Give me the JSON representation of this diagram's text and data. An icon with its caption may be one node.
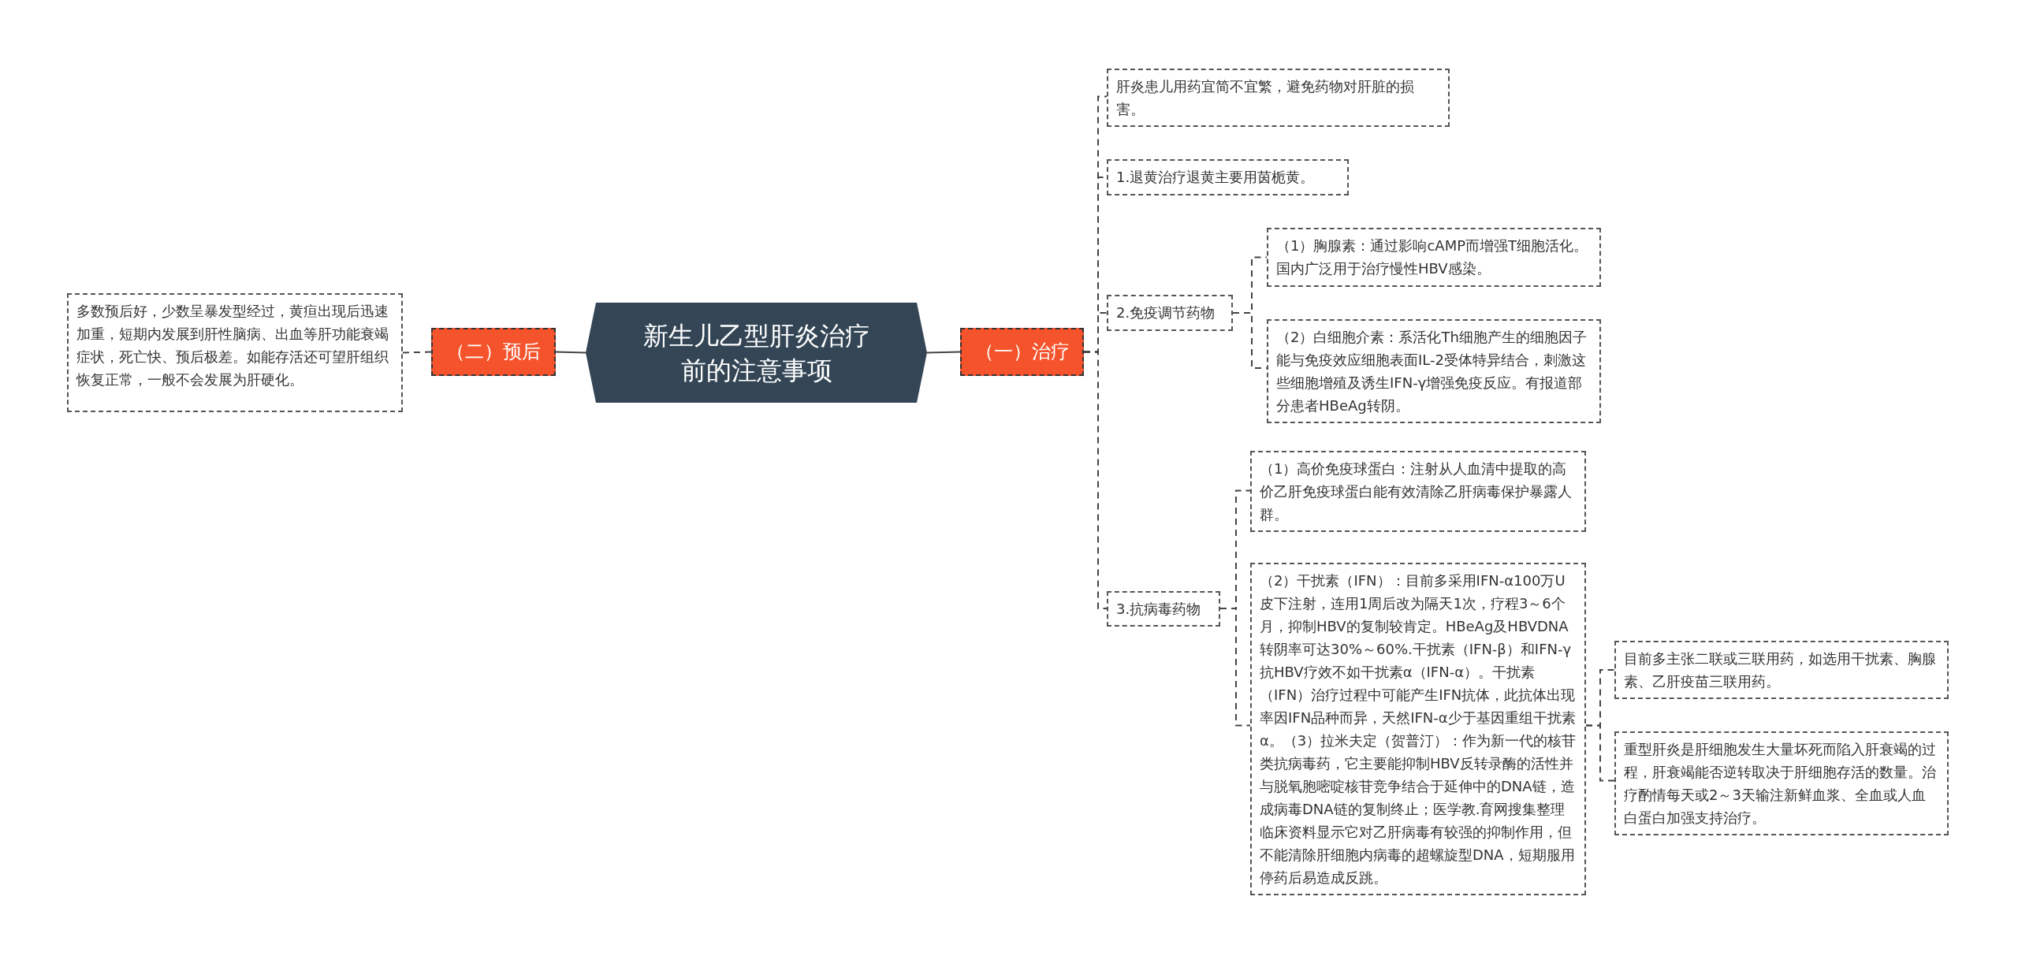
{
  "diagram": {
    "nodes": [
      {
        "text": [
          "新生儿乙型肝炎治疗前的注意事项"
        ]
      },
      {
        "text": [
          "（一）治疗"
        ]
      },
      {
        "text": [
          "（二）预后"
        ]
      },
      {
        "text": [
          "多数预后好，少数呈暴发型经过，黄疸出现后迅速加重，短期内发展到肝性脑病、出血等肝功能衰竭症状，死亡快、预后极差。如能存活还可望肝组织恢复正常，一般不会发展为肝硬化。"
        ]
      },
      {
        "text": [
          "肝炎患儿用药宜简不宜繁，避免药物对肝脏的损害。"
        ]
      },
      {
        "text": [
          "1.退黄治疗退黄主要用茵栀黄。"
        ]
      },
      {
        "text": [
          "2.免疫调节药物"
        ]
      },
      {
        "text": [
          "（1）胸腺素：通过影响cAMP而增强T细胞活化。国内广泛用于治疗慢性HBV感染。"
        ]
      },
      {
        "text": [
          "（2）白细胞介素：系活化Th细胞产生的细胞因子能与免疫效应细胞表面IL-2受体特异结合，刺激这些细胞增殖及诱生IFN-γ增强免疫反应。有报道部分患者HBeAg转阴。"
        ]
      },
      {
        "text": [
          "3.抗病毒药物"
        ]
      },
      {
        "text": [
          "（1）高价免疫球蛋白：注射从人血清中提取的高价乙肝免疫球蛋白能有效清除乙肝病毒保护暴露人群。"
        ]
      },
      {
        "text": [
          "（2）干扰素（IFN）：目前多采用IFN-α100万U皮下注射，连用1周后改为隔天1次，疗程3～6个月，抑制HBV的复制较肯定。HBeAg及HBVDNA转阴率可达30%～60%.干扰素（IFN-β）和IFN-γ抗HBV疗效不如干扰素α（IFN-α）。干扰素（IFN）治疗过程中可能产生IFN抗体，此抗体出现率因IFN品种而异，天然IFN-α少于基因重组干扰素α。（3）拉米夫定（贺普汀）：作为新一代的核苷类抗病毒药，它主要能抑制HBV反转录酶的活性并与脱氧胞嘧啶核苷竞争结合于延伸中的DNA链，造成病毒DNA链的复制终止；医学教.育网搜集整理临床资料显示它对乙肝病毒有较强的抑制作用，但不能清除肝细胞内病毒的超螺旋型DNA，短期服用停药后易造成反跳。"
        ]
      },
      {
        "text": [
          "目前多主张二联或三联用药，如选用干扰素、胸腺素、乙肝疫苗三联用药。"
        ]
      },
      {
        "text": [
          "重型肝炎是肝细胞发生大量坏死而陷入肝衰竭的过程，肝衰竭能否逆转取决于肝细胞存活的数量。治疗酌情每天或2～3天输注新鲜血浆、全血或人血白蛋白加强支持治疗。"
        ]
      }
    ],
    "edges": [
      {
        "from": 0,
        "to": 1,
        "arrow": "none"
      },
      {
        "from": 0,
        "to": 2,
        "arrow": "none"
      },
      {
        "from": 2,
        "to": 3,
        "arrow": "none",
        "style": "dashed"
      },
      {
        "from": 1,
        "to": 4,
        "arrow": "none",
        "style": "dashed"
      },
      {
        "from": 1,
        "to": 5,
        "arrow": "none",
        "style": "dashed"
      },
      {
        "from": 1,
        "to": 6,
        "arrow": "none",
        "style": "dashed"
      },
      {
        "from": 1,
        "to": 9,
        "arrow": "none",
        "style": "dashed"
      },
      {
        "from": 6,
        "to": 7,
        "arrow": "none",
        "style": "dashed"
      },
      {
        "from": 6,
        "to": 8,
        "arrow": "none",
        "style": "dashed"
      },
      {
        "from": 9,
        "to": 10,
        "arrow": "none",
        "style": "dashed"
      },
      {
        "from": 9,
        "to": 11,
        "arrow": "none",
        "style": "dashed"
      },
      {
        "from": 11,
        "to": 12,
        "arrow": "none",
        "style": "dashed"
      },
      {
        "from": 11,
        "to": 13,
        "arrow": "none",
        "style": "dashed"
      }
    ]
  }
}
